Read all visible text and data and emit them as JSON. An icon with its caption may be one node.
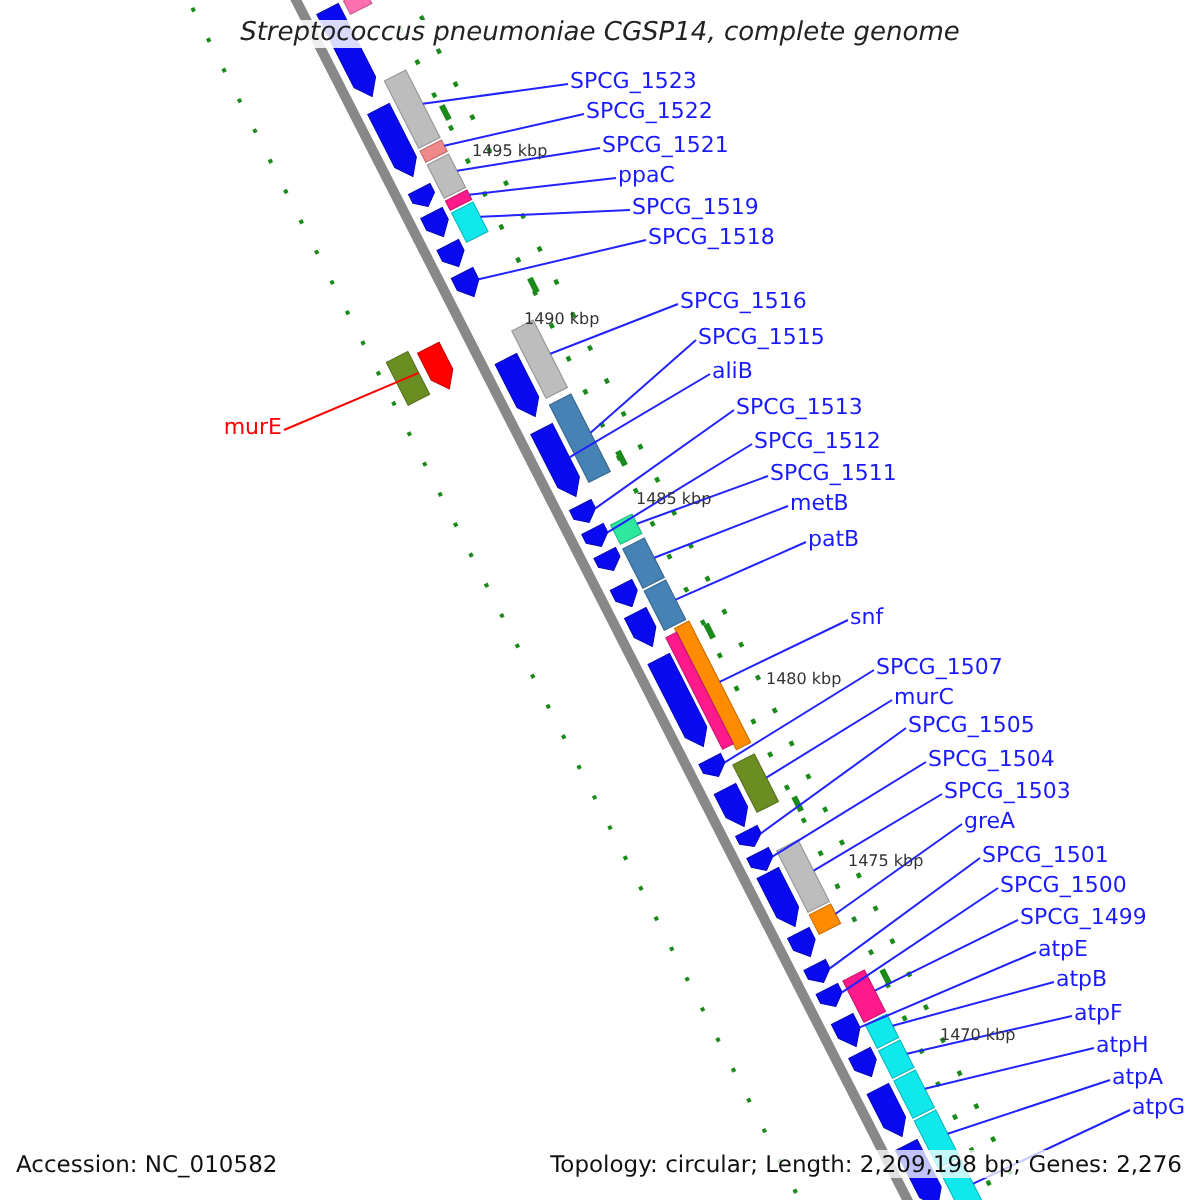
{
  "diagram": {
    "title": "Streptococcus pneumoniae CGSP14, complete genome",
    "nodes": [
      {
        "text": [
          "SPCG_1523"
        ]
      },
      {
        "text": [
          "SPCG_1522"
        ]
      },
      {
        "text": [
          "SPCG_1521"
        ]
      },
      {
        "text": [
          "ppaC"
        ]
      },
      {
        "text": [
          "SPCG_1519"
        ]
      },
      {
        "text": [
          "SPCG_1518"
        ]
      },
      {
        "text": [
          "SPCG_1516"
        ]
      },
      {
        "text": [
          "SPCG_1515"
        ]
      },
      {
        "text": [
          "aliB"
        ]
      },
      {
        "text": [
          "SPCG_1513"
        ]
      },
      {
        "text": [
          "SPCG_1512"
        ]
      },
      {
        "text": [
          "SPCG_1511"
        ]
      },
      {
        "text": [
          "metB"
        ]
      },
      {
        "text": [
          "patB"
        ]
      },
      {
        "text": [
          "snf"
        ]
      },
      {
        "text": [
          "SPCG_1507"
        ]
      },
      {
        "text": [
          "murC"
        ]
      },
      {
        "text": [
          "SPCG_1505"
        ]
      },
      {
        "text": [
          "SPCG_1504"
        ]
      },
      {
        "text": [
          "SPCG_1503"
        ]
      },
      {
        "text": [
          "greA"
        ]
      },
      {
        "text": [
          "SPCG_1501"
        ]
      },
      {
        "text": [
          "SPCG_1500"
        ]
      },
      {
        "text": [
          "SPCG_1499"
        ]
      },
      {
        "text": [
          "atpE"
        ]
      },
      {
        "text": [
          "atpB"
        ]
      },
      {
        "text": [
          "atpF"
        ]
      },
      {
        "text": [
          "atpH"
        ]
      },
      {
        "text": [
          "atpA"
        ]
      },
      {
        "text": [
          "atpG"
        ]
      },
      {
        "text": [
          "murE"
        ]
      },
      {
        "text": [],
        "shape": "box"
      },
      {
        "text": [],
        "shape": "box"
      },
      {
        "text": [],
        "shape": "box"
      },
      {
        "text": [],
        "shape": "box"
      },
      {
        "text": [],
        "shape": "box"
      },
      {
        "text": [],
        "shape": "arrow"
      },
      {
        "text": [],
        "shape": "box"
      },
      {
        "text": [],
        "shape": "box"
      },
      {
        "text": [],
        "shape": "arrow"
      },
      {
        "text": [],
        "shape": "arrow"
      },
      {
        "text": [],
        "shape": "arrow"
      },
      {
        "text": [],
        "shape": "box"
      },
      {
        "text": [],
        "shape": "box"
      },
      {
        "text": [],
        "shape": "box"
      },
      {
        "text": [],
        "shape": "box"
      },
      {
        "text": [],
        "shape": "arrow"
      },
      {
        "text": [],
        "shape": "box"
      },
      {
        "text": [],
        "shape": "arrow"
      },
      {
        "text": [],
        "shape": "arrow"
      },
      {
        "text": [],
        "shape": "box"
      },
      {
        "text": [],
        "shape": "box"
      },
      {
        "text": [],
        "shape": "arrow"
      },
      {
        "text": [],
        "shape": "arrow"
      },
      {
        "text": [],
        "shape": "box"
      },
      {
        "text": [],
        "shape": "arrow"
      },
      {
        "text": [],
        "shape": "box"
      },
      {
        "text": [],
        "shape": "box"
      },
      {
        "text": [],
        "shape": "box"
      },
      {
        "text": [],
        "shape": "box"
      },
      {
        "text": [],
        "shape": "box"
      },
      {
        "text": [],
        "shape": "box"
      },
      {
        "text": [],
        "shape": "box"
      },
      {
        "text": [],
        "shape": "arrow"
      },
      {
        "text": [],
        "shape": "arrow"
      },
      {
        "text": [],
        "shape": "arrow"
      },
      {
        "text": [],
        "shape": "arrow"
      },
      {
        "text": [],
        "shape": "arrow"
      },
      {
        "text": [],
        "shape": "arrow"
      },
      {
        "text": [],
        "shape": "arrow"
      },
      {
        "text": [],
        "shape": "arrow"
      },
      {
        "text": [],
        "shape": "arrow"
      },
      {
        "text": [],
        "shape": "arrow"
      },
      {
        "text": [],
        "shape": "box"
      },
      {
        "text": [],
        "shape": "arrow"
      },
      {
        "text": [],
        "shape": "arrow"
      },
      {
        "text": [],
        "shape": "arrow"
      },
      {
        "text": [],
        "shape": "arrow"
      },
      {
        "text": [],
        "shape": "arrow"
      },
      {
        "text": [],
        "shape": "arrow"
      },
      {
        "text": [],
        "shape": "arrow"
      }
    ],
    "edges": [
      {
        "from": 0,
        "to": 31,
        "arrow": "none"
      },
      {
        "from": 1,
        "to": 32,
        "arrow": "none"
      },
      {
        "from": 2,
        "to": 33,
        "arrow": "none"
      },
      {
        "from": 3,
        "to": 34,
        "arrow": "none"
      },
      {
        "from": 4,
        "to": 35,
        "arrow": "none"
      },
      {
        "from": 5,
        "to": 36,
        "arrow": "none"
      },
      {
        "from": 6,
        "to": 37,
        "arrow": "none"
      },
      {
        "from": 7,
        "to": 38,
        "arrow": "none"
      },
      {
        "from": 8,
        "to": 39,
        "arrow": "none"
      },
      {
        "from": 9,
        "to": 40,
        "arrow": "none"
      },
      {
        "from": 10,
        "to": 41,
        "arrow": "none"
      },
      {
        "from": 11,
        "to": 42,
        "arrow": "none"
      },
      {
        "from": 12,
        "to": 43,
        "arrow": "none"
      },
      {
        "from": 13,
        "to": 44,
        "arrow": "none"
      },
      {
        "from": 14,
        "to": 45,
        "arrow": "none"
      },
      {
        "from": 15,
        "to": 46,
        "arrow": "none"
      },
      {
        "from": 16,
        "to": 47,
        "arrow": "none"
      },
      {
        "from": 17,
        "to": 48,
        "arrow": "none"
      },
      {
        "from": 18,
        "to": 49,
        "arrow": "none"
      },
      {
        "from": 19,
        "to": 50,
        "arrow": "none"
      },
      {
        "from": 20,
        "to": 51,
        "arrow": "none"
      },
      {
        "from": 21,
        "to": 52,
        "arrow": "none"
      },
      {
        "from": 22,
        "to": 53,
        "arrow": "none"
      },
      {
        "from": 23,
        "to": 54,
        "arrow": "none"
      },
      {
        "from": 24,
        "to": 55,
        "arrow": "none"
      },
      {
        "from": 25,
        "to": 56,
        "arrow": "none"
      },
      {
        "from": 26,
        "to": 57,
        "arrow": "none"
      },
      {
        "from": 27,
        "to": 58,
        "arrow": "none"
      },
      {
        "from": 28,
        "to": 59,
        "arrow": "none"
      },
      {
        "from": 29,
        "to": 60,
        "arrow": "none"
      },
      {
        "from": 30,
        "to": 61,
        "arrow": "none",
        "color": "#ff0000"
      }
    ],
    "labels": [
      "1495 kbp",
      "1490 kbp",
      "1485 kbp",
      "1480 kbp",
      "1475 kbp",
      "1470 kbp",
      "Accession: NC_010582",
      "Topology: circular; Length: 2,209,198 bp; Genes: 2,276"
    ]
  }
}
